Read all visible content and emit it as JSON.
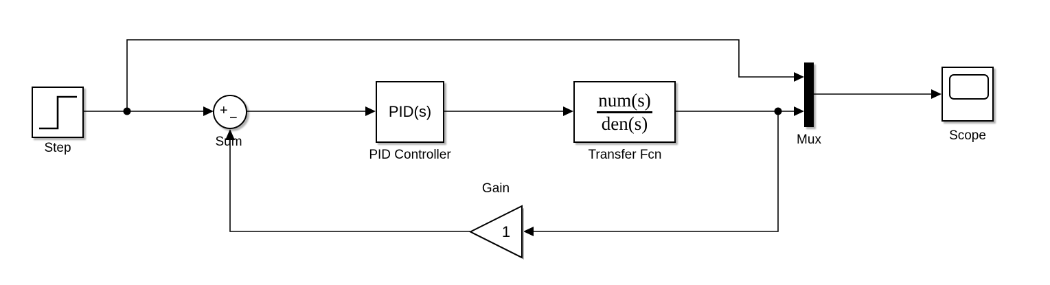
{
  "diagram": {
    "type": "simulink-block-diagram",
    "blocks": {
      "step": {
        "label": "Step"
      },
      "sum": {
        "label": "Sum",
        "plus_sign": "+",
        "minus_sign": "−"
      },
      "pid": {
        "label": "PID Controller",
        "display_text": "PID(s)"
      },
      "transfer_fcn": {
        "label": "Transfer Fcn",
        "numerator": "num(s)",
        "denominator": "den(s)"
      },
      "mux": {
        "label": "Mux"
      },
      "scope": {
        "label": "Scope"
      },
      "gain": {
        "label": "Gain",
        "value": "1"
      }
    },
    "colors": {
      "line": "#000000",
      "block_fill": "#ffffff",
      "background": "#ffffff"
    }
  }
}
